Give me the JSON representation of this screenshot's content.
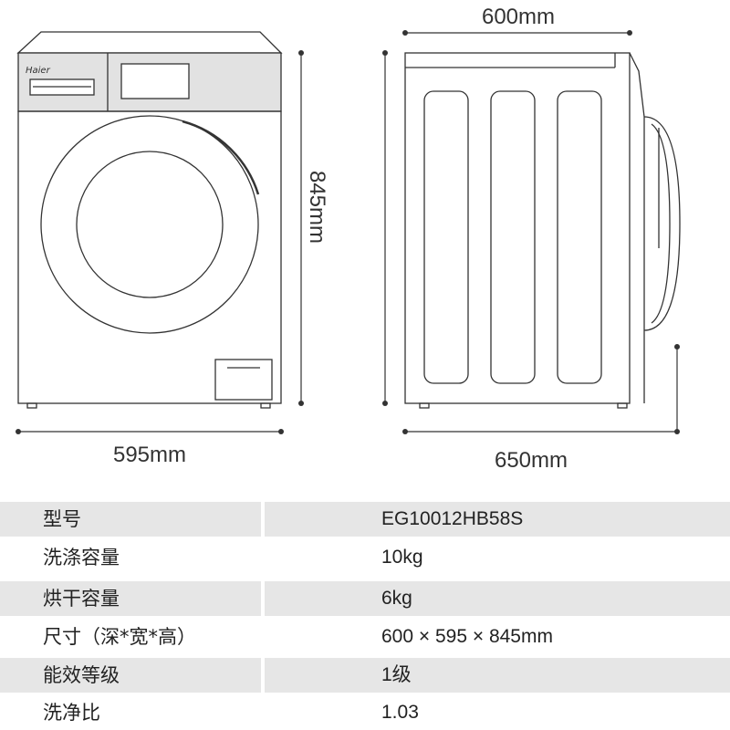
{
  "brand": "Haier",
  "dimensions": {
    "front_width": "595mm",
    "height": "845mm",
    "side_top_width": "600mm",
    "side_depth": "650mm"
  },
  "specs": [
    {
      "label": "型号",
      "value": "EG10012HB58S"
    },
    {
      "label": "洗涤容量",
      "value": "10kg"
    },
    {
      "label": "烘干容量",
      "value": "6kg"
    },
    {
      "label": "尺寸（深*宽*高）",
      "value": "600 × 595 × 845mm"
    },
    {
      "label": "能效等级",
      "value": "1级"
    },
    {
      "label": "洗净比",
      "value": "1.03"
    }
  ],
  "colors": {
    "line": "#333333",
    "control_panel": "#e2e2e2",
    "table_shade": "#e6e6e6"
  }
}
